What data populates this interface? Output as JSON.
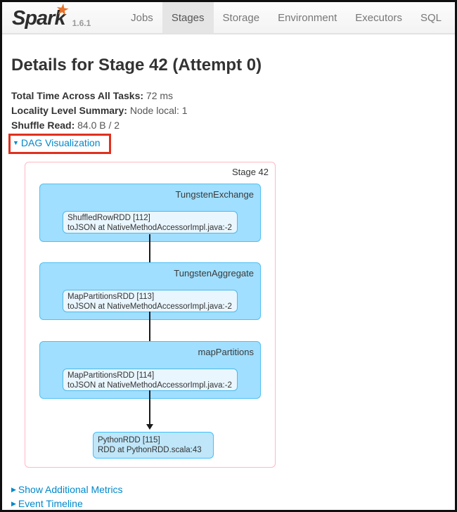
{
  "navbar": {
    "logo_text": "Spark",
    "version": "1.6.1",
    "tabs": [
      {
        "label": "Jobs",
        "active": false
      },
      {
        "label": "Stages",
        "active": true
      },
      {
        "label": "Storage",
        "active": false
      },
      {
        "label": "Environment",
        "active": false
      },
      {
        "label": "Executors",
        "active": false
      },
      {
        "label": "SQL",
        "active": false
      }
    ]
  },
  "page": {
    "title": "Details for Stage 42 (Attempt 0)",
    "stats": [
      {
        "label": "Total Time Across All Tasks:",
        "value": "72 ms"
      },
      {
        "label": "Locality Level Summary:",
        "value": "Node local: 1"
      },
      {
        "label": "Shuffle Read:",
        "value": "84.0 B / 2"
      }
    ],
    "dag_toggle_label": "DAG Visualization",
    "show_additional_metrics_label": "Show Additional Metrics",
    "event_timeline_label": "Event Timeline"
  },
  "dag": {
    "stage_label": "Stage 42",
    "clusters": [
      {
        "label": "TungstenExchange",
        "node_name": "ShuffledRowRDD [112]",
        "node_callsite": "toJSON at NativeMethodAccessorImpl.java:-2"
      },
      {
        "label": "TungstenAggregate",
        "node_name": "MapPartitionsRDD [113]",
        "node_callsite": "toJSON at NativeMethodAccessorImpl.java:-2"
      },
      {
        "label": "mapPartitions",
        "node_name": "MapPartitionsRDD [114]",
        "node_callsite": "toJSON at NativeMethodAccessorImpl.java:-2"
      }
    ],
    "output_node": {
      "name": "PythonRDD [115]",
      "callsite": "RDD at PythonRDD.scala:43"
    }
  },
  "icons": {
    "dag_toggle": "triangle-down",
    "collapsed_section": "triangle-right",
    "logo_star": "star"
  },
  "colors": {
    "link_blue": "#0088cc",
    "highlight_red": "#e0301e",
    "cluster_fill": "#a0dfff",
    "cluster_border": "#4fc0f2",
    "node_fill": "#e9f6fe",
    "node_border": "#4fb9e8",
    "output_node_fill": "#bfe6f9",
    "stage_box_border": "#ffb8c5",
    "active_tab_bg": "#e5e5e5",
    "spark_orange": "#e8732a"
  }
}
